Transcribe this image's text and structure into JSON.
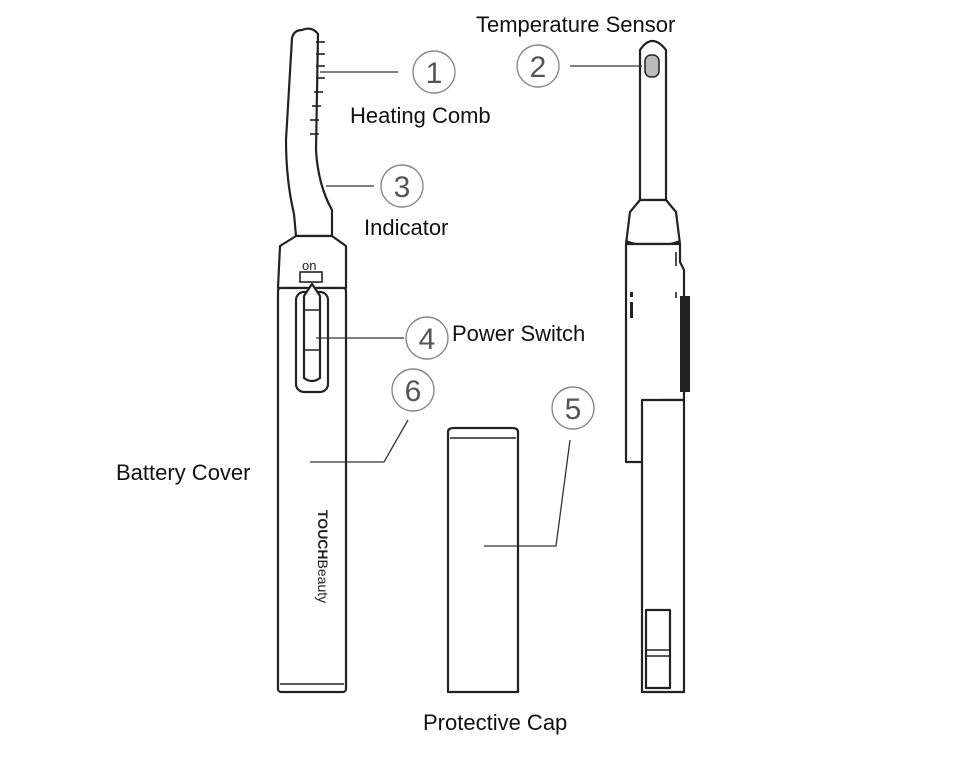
{
  "labels": {
    "temperature_sensor": "Temperature Sensor",
    "heating_comb": "Heating Comb",
    "indicator": "Indicator",
    "power_switch": "Power Switch",
    "battery_cover": "Battery Cover",
    "protective_cap": "Protective Cap"
  },
  "numbers": {
    "n1": "1",
    "n2": "2",
    "n3": "3",
    "n4": "4",
    "n5": "5",
    "n6": "6"
  },
  "device": {
    "switch_text": "on",
    "brand_bold": "TOUCH",
    "brand_light": "Beauty"
  }
}
